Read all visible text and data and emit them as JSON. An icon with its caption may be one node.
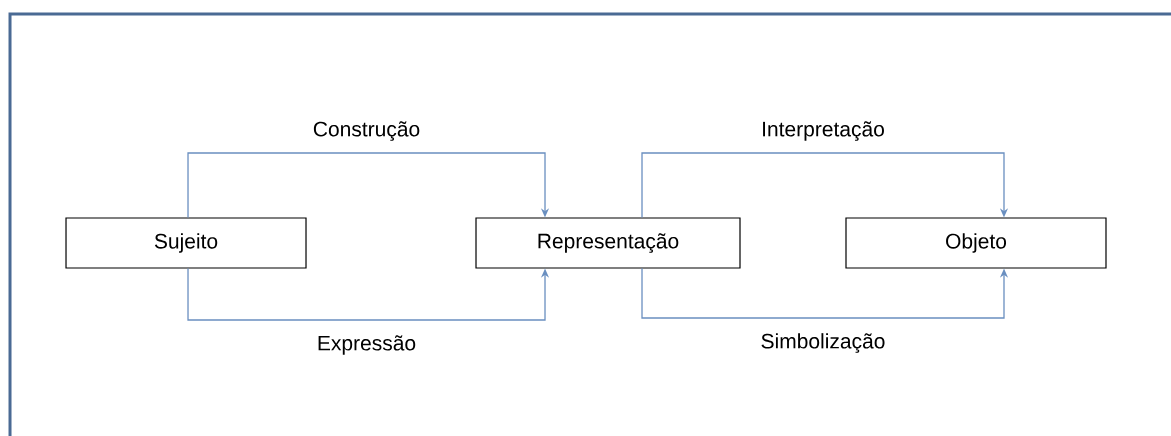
{
  "diagram": {
    "nodes": [
      {
        "text": [
          "Sujeito"
        ]
      },
      {
        "text": [
          "Representação"
        ]
      },
      {
        "text": [
          "Objeto"
        ]
      }
    ],
    "edges": [
      {
        "from": 0,
        "to": 1,
        "arrow": "to",
        "label": "Construção"
      },
      {
        "from": 0,
        "to": 1,
        "arrow": "to",
        "label": "Expressão"
      },
      {
        "from": 1,
        "to": 2,
        "arrow": "to",
        "label": "Interpretação"
      },
      {
        "from": 1,
        "to": 2,
        "arrow": "to",
        "label": "Simbolização"
      }
    ]
  }
}
